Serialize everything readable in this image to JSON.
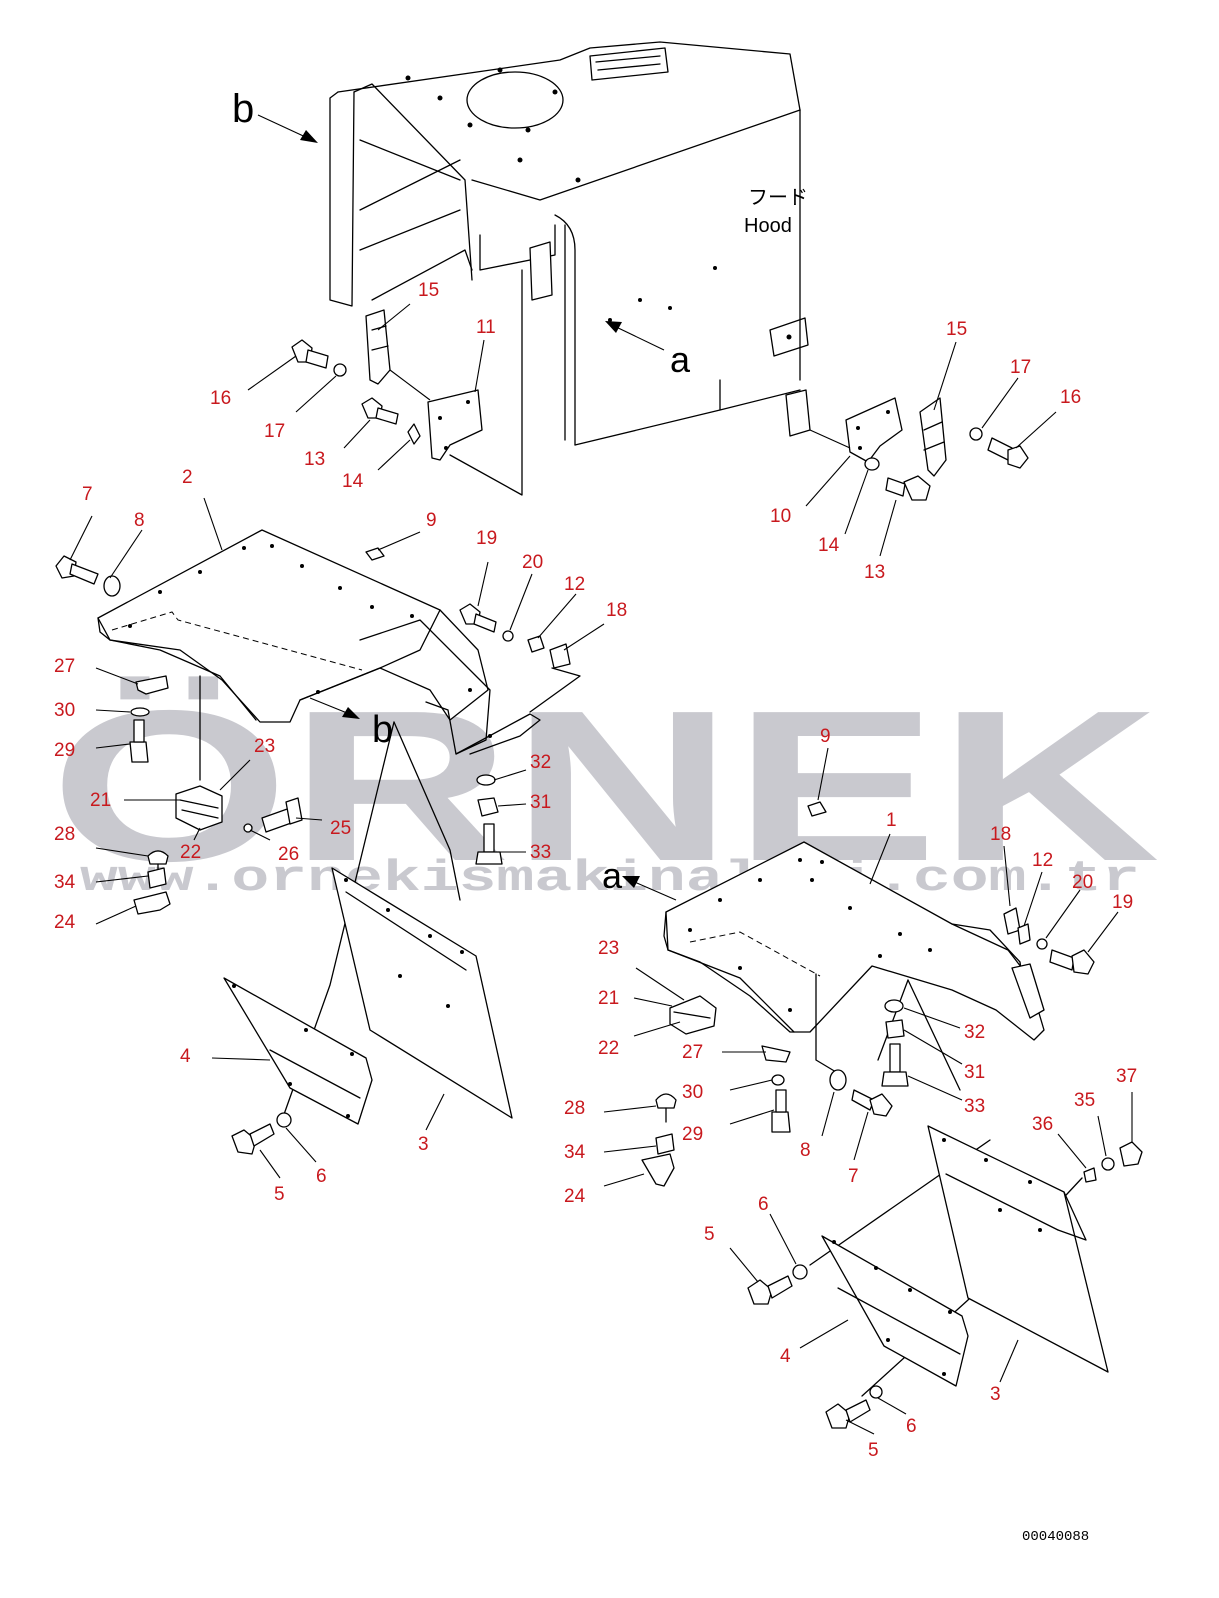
{
  "diagram": {
    "document_number": "00040088",
    "hood_label_jp": "フード",
    "hood_label_en": "Hood",
    "view_arrows": [
      "b",
      "a",
      "b",
      "a"
    ]
  },
  "watermark": {
    "brand": "ÖRNEK",
    "website": "www.ornekismakinalari.com.tr",
    "color": "#c9c9cf"
  },
  "callouts": {
    "color": "#c8191e",
    "top_left": [
      "15",
      "11",
      "16",
      "17",
      "13",
      "14"
    ],
    "top_right": [
      "15",
      "17",
      "16",
      "10",
      "14",
      "13"
    ],
    "left_assembly": [
      "7",
      "8",
      "2",
      "9",
      "19",
      "20",
      "12",
      "18",
      "27",
      "30",
      "29",
      "23",
      "21",
      "22",
      "25",
      "26",
      "32",
      "31",
      "33",
      "28",
      "34",
      "24",
      "4",
      "3",
      "5",
      "6"
    ],
    "right_assembly": [
      "9",
      "1",
      "18",
      "12",
      "20",
      "19",
      "23",
      "21",
      "22",
      "27",
      "30",
      "29",
      "28",
      "34",
      "24",
      "32",
      "31",
      "33",
      "8",
      "7",
      "37",
      "35",
      "36",
      "6",
      "5",
      "4",
      "3",
      "6",
      "5"
    ]
  }
}
